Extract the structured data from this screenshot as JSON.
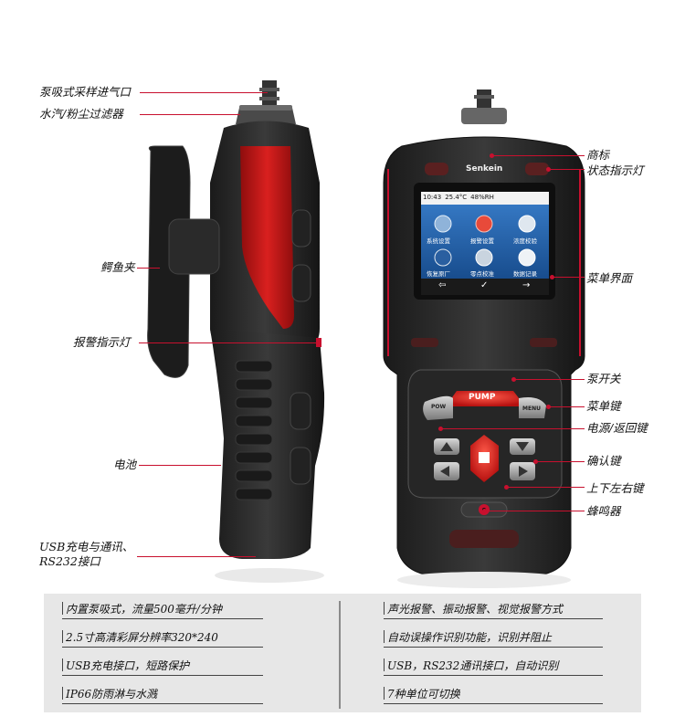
{
  "brand": "Senkein",
  "screen": {
    "time": "10:43",
    "temperature": "25.4°C",
    "humidity": "48%RH",
    "menu_items": [
      "系统设置",
      "报警设置",
      "浓度校验",
      "恢复原厂",
      "零点校准",
      "数据记录"
    ],
    "softkeys": [
      "⇦",
      "✓",
      "→"
    ]
  },
  "keys": {
    "pump": "PUMP",
    "menu": "MENU",
    "pow": "POW"
  },
  "callouts_left": {
    "pump_inlet": "泵吸式采样进气口",
    "filter": "水汽/粉尘过滤器",
    "clip": "鳄鱼夹",
    "alarm_light": "报警指示灯",
    "battery": "电池",
    "usb_line1": "USB充电与通讯、",
    "usb_line2": "RS232接口"
  },
  "callouts_right": {
    "logo": "商标",
    "status_light": "状态指示灯",
    "menu_screen": "菜单界面",
    "pump_switch": "泵开关",
    "menu_key": "菜单键",
    "power_back": "电源/返回键",
    "confirm_key": "确认键",
    "arrow_keys": "上下左右键",
    "buzzer": "蜂鸣器"
  },
  "specs": {
    "left": [
      "内置泵吸式，流量500毫升/分钟",
      "2.5寸高清彩屏分辨率320*240",
      "USB充电接口，短路保护",
      "IP66防雨淋与水溅"
    ],
    "right": [
      "声光报警、振动报警、视觉报警方式",
      "自动误操作识别功能，识别并阻止",
      "USB，RS232通讯接口，自动识别",
      "7种单位可切换"
    ]
  },
  "colors": {
    "accent": "#c8102e",
    "body": "#2a2a2a",
    "screen_bg": "#1d5fa8"
  }
}
